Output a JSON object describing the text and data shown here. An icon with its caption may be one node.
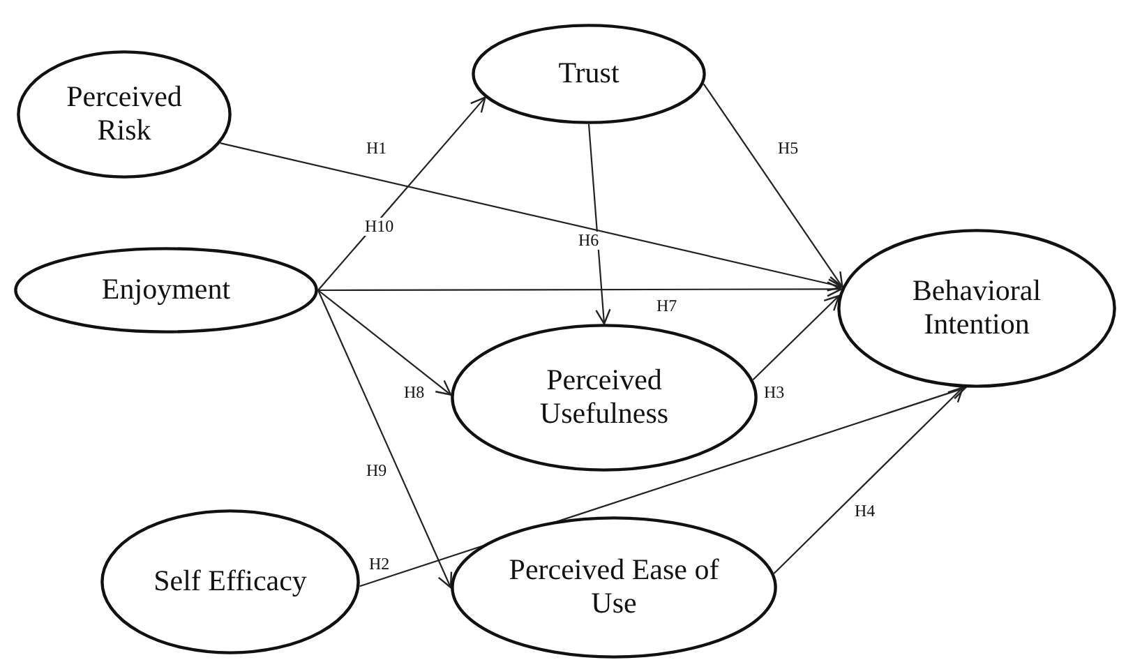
{
  "diagram": {
    "nodes": [
      {
        "text": [
          "Perceived Risk"
        ]
      },
      {
        "text": [
          "Trust"
        ]
      },
      {
        "text": [
          "Enjoyment"
        ]
      },
      {
        "text": [
          "Behavioral Intention"
        ]
      },
      {
        "text": [
          "Perceived Usefulness"
        ]
      },
      {
        "text": [
          "Self Efficacy"
        ]
      },
      {
        "text": [
          "Perceived Ease of Use"
        ]
      }
    ],
    "edges": [
      {
        "from": 0,
        "to": 3,
        "arrow": "to",
        "label": "H1"
      },
      {
        "from": 2,
        "to": 1,
        "arrow": "to",
        "label": "H10"
      },
      {
        "from": 1,
        "to": 3,
        "arrow": "to",
        "label": "H5"
      },
      {
        "from": 1,
        "to": 4,
        "arrow": "to",
        "label": "H6"
      },
      {
        "from": 2,
        "to": 3,
        "arrow": "to",
        "label": "H7"
      },
      {
        "from": 2,
        "to": 4,
        "arrow": "to",
        "label": "H8"
      },
      {
        "from": 2,
        "to": 6,
        "arrow": "to",
        "label": "H9"
      },
      {
        "from": 4,
        "to": 3,
        "arrow": "to",
        "label": "H3"
      },
      {
        "from": 5,
        "to": 3,
        "arrow": "to",
        "label": "H2"
      },
      {
        "from": 6,
        "to": 3,
        "arrow": "to",
        "label": "H4"
      }
    ]
  }
}
